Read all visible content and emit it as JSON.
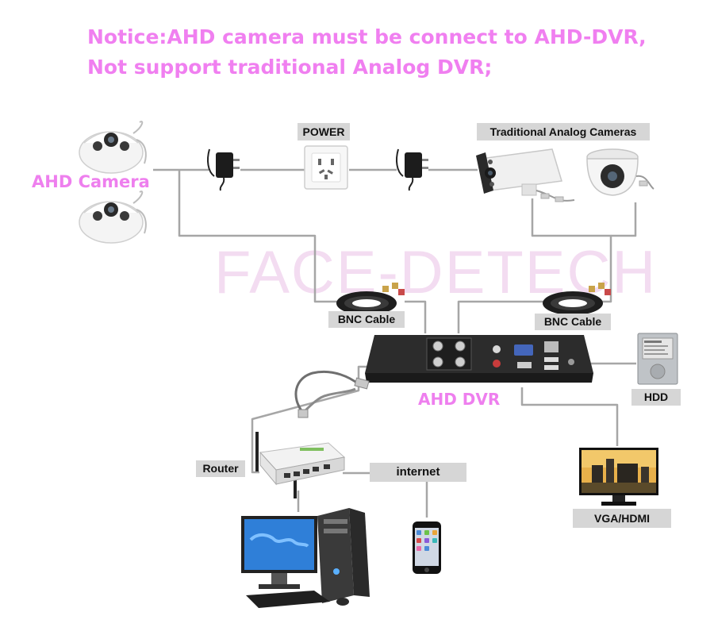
{
  "notice": {
    "line1": "Notice:AHD camera must be connect to AHD-DVR,",
    "line2": "Not support traditional Analog DVR;"
  },
  "labels": {
    "ahd_camera": "AHD Camera",
    "power": "POWER",
    "traditional_cameras": "Traditional Analog Cameras",
    "bnc_cable_left": "BNC Cable",
    "bnc_cable_right": "BNC Cable",
    "ahd_dvr": "AHD DVR",
    "hdd": "HDD",
    "router": "Router",
    "internet": "internet",
    "vga_hdmi": "VGA/HDMI"
  },
  "watermark": "FACE-DETECH",
  "colors": {
    "notice_pink": "#f07ff0",
    "label_pink": "#ee7fee",
    "tag_gray": "#d6d6d6",
    "line_gray": "#a6a6a6",
    "watermark": "#f3dcf1"
  },
  "icons": [
    "dome-camera-icon",
    "power-adapter-icon",
    "wall-socket-icon",
    "bullet-camera-icon",
    "bnc-cable-icon",
    "dvr-icon",
    "hdd-icon",
    "ethernet-cable-icon",
    "router-icon",
    "monitor-icon",
    "desktop-computer-icon",
    "smartphone-icon"
  ]
}
